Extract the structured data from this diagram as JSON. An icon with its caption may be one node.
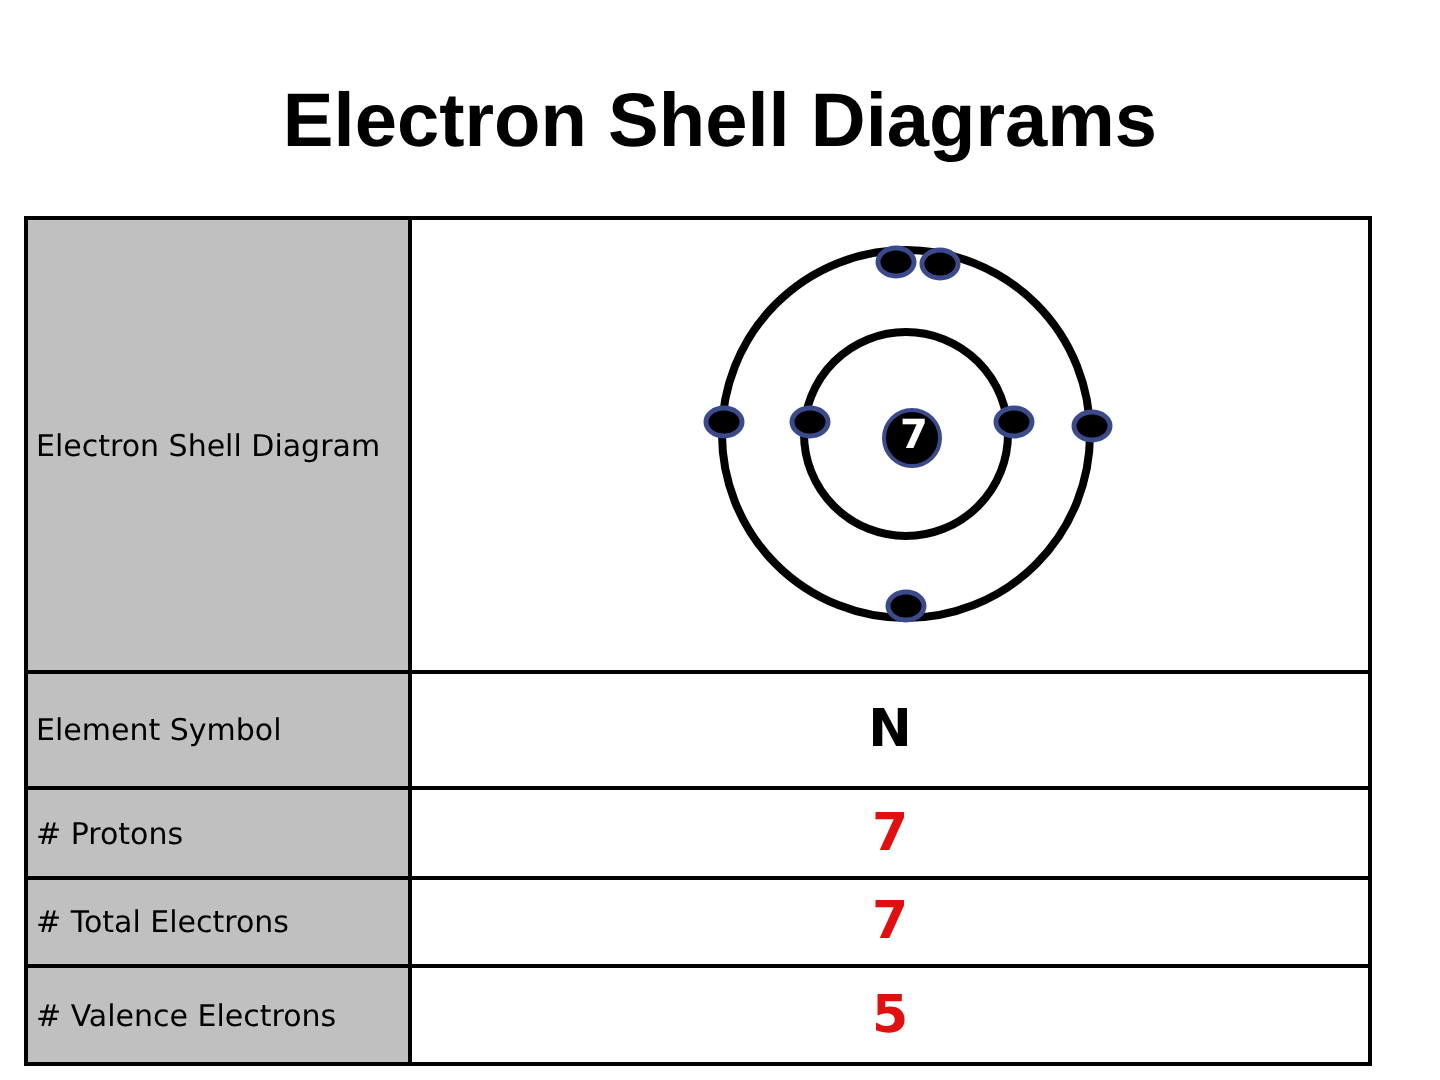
{
  "diagram": {
    "title": "Electron Shell Diagrams",
    "labels": [
      "Electron Shell Diagram",
      "7",
      "Element Symbol",
      "N",
      "# Protons",
      "7",
      "# Total Electrons",
      "7",
      "# Valence Electrons",
      "5"
    ]
  }
}
